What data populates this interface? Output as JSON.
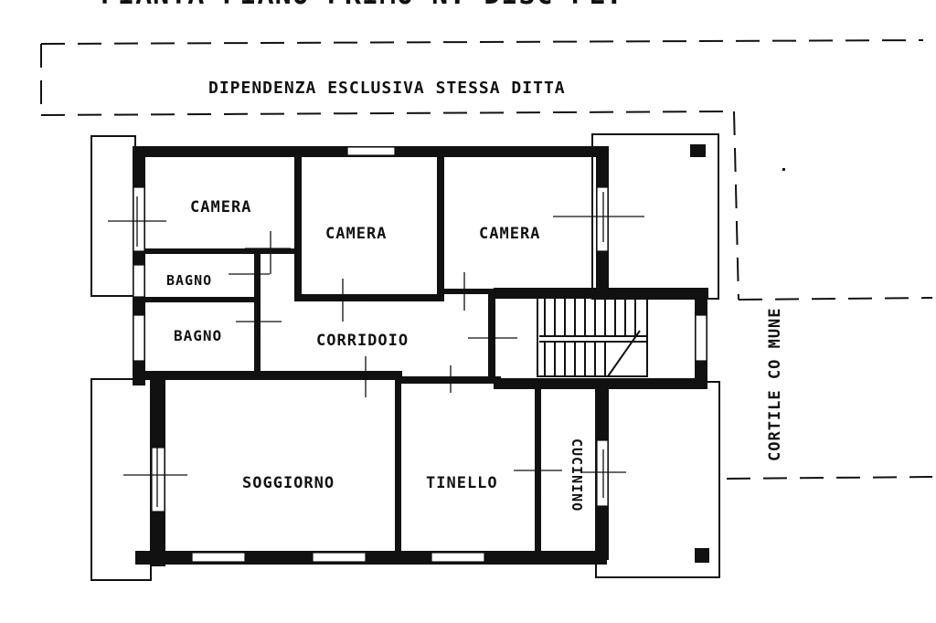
{
  "title_fragment": "PIANTA PIANO PRIMO  N.  DISC  PL.",
  "annex_label": "DIPENDENZA ESCLUSIVA STESSA DITTA",
  "courtyard_label": "CORTILE CO MUNE",
  "rooms": {
    "camera_1": "CAMERA",
    "camera_2": "CAMERA",
    "camera_3": "CAMERA",
    "bagno_1": "BAGNO",
    "bagno_2": "BAGNO",
    "corridoio": "CORRIDOIO",
    "soggiorno": "SOGGIORNO",
    "tinello": "TINELLO",
    "cucinino": "CUCININO"
  },
  "colors": {
    "ink": "#111111",
    "paper": "#ffffff"
  }
}
